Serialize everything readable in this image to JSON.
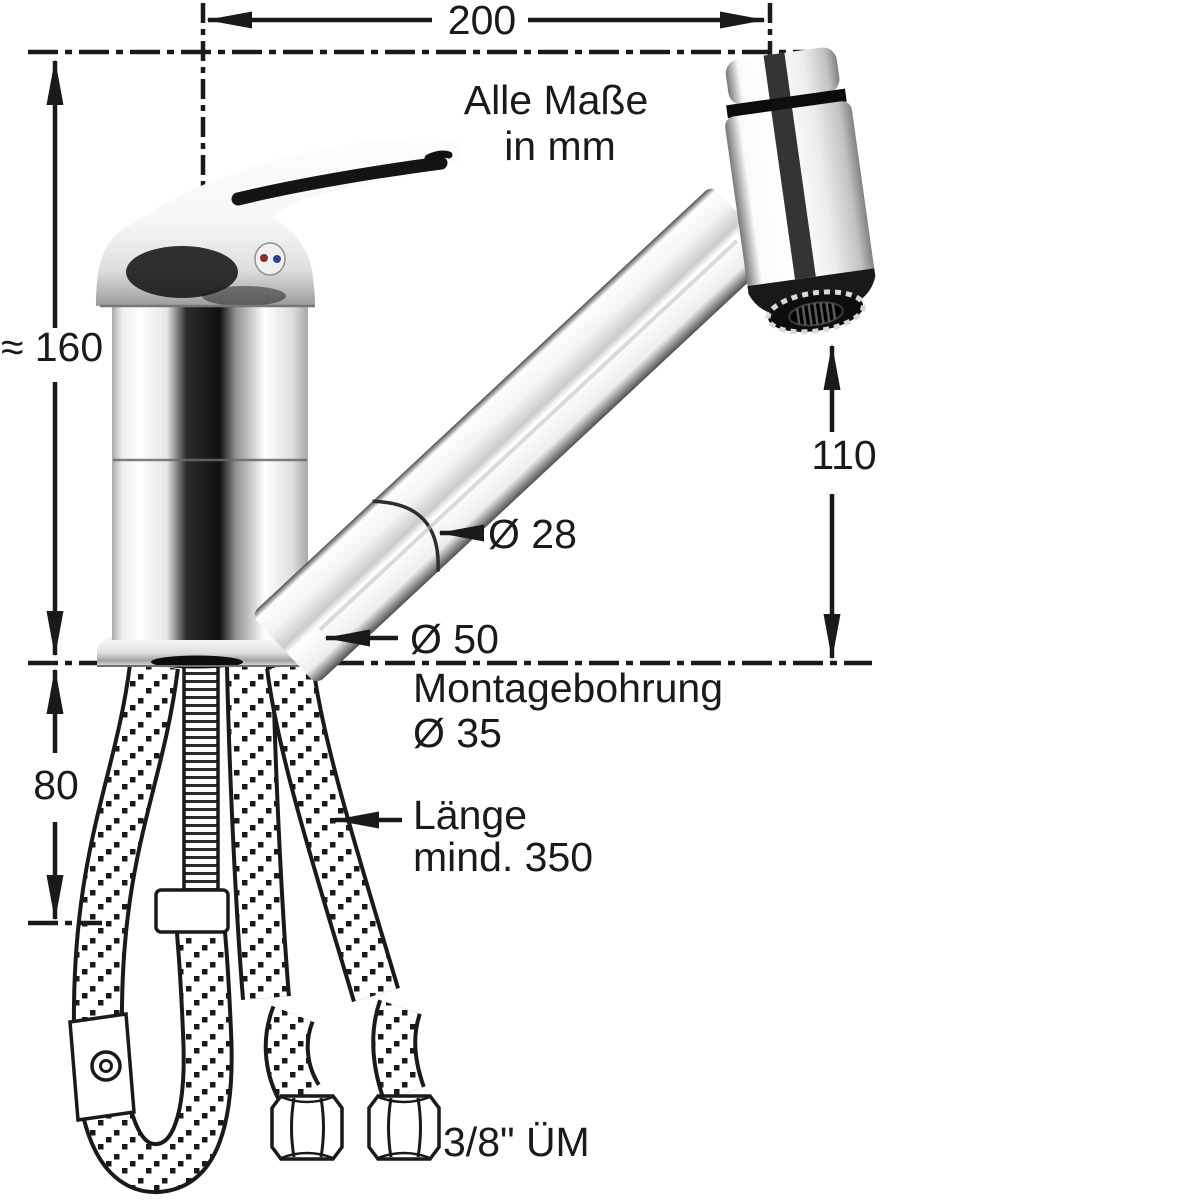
{
  "drawing": {
    "units_note": {
      "line1": "Alle Maße",
      "line2": "in mm"
    },
    "dimensions": {
      "overall_length": "200",
      "overall_height": "≈ 160",
      "below_deck_height": "80",
      "outlet_height": "110",
      "spout_diameter": "Ø 28",
      "base_diameter": "Ø 50",
      "mounting_hole": {
        "line1": "Montagebohrung",
        "line2": "Ø 35"
      },
      "hose_length": {
        "line1": "Länge",
        "line2": "mind. 350"
      },
      "connection_thread": "3/8\" ÜM"
    },
    "colors": {
      "hot_marker": "#8f2a24",
      "cold_marker": "#2f4496",
      "line_color": "#1a1a1a"
    }
  }
}
